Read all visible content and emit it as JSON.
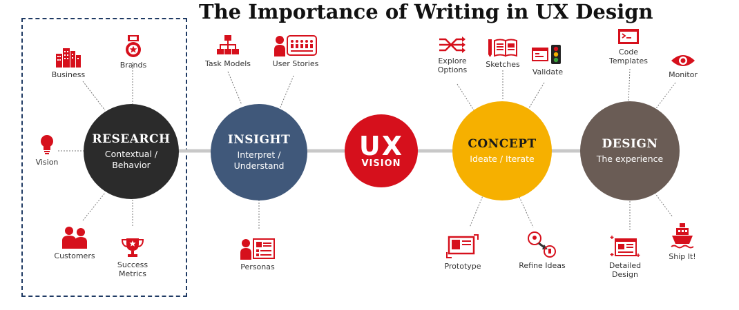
{
  "title": "The Importance of Writing in UX Design",
  "colors": {
    "red": "#d6101c",
    "research": "#2b2b2b",
    "insight": "#40587a",
    "concept": "#f6b000",
    "design": "#6a5c55",
    "connector": "#c8c8c8"
  },
  "stages": {
    "research": {
      "heading": "RESEARCH",
      "sub": "Contextual /\nBehavior"
    },
    "insight": {
      "heading": "INSIGHT",
      "sub": "Interpret /\nUnderstand"
    },
    "ux_vision": {
      "top": "UX",
      "bottom": "VISION"
    },
    "concept": {
      "heading": "CONCEPT",
      "sub": "Ideate / Iterate"
    },
    "design": {
      "heading": "DESIGN",
      "sub": "The experience"
    }
  },
  "items": {
    "business": "Business",
    "brands": "Brands",
    "vision": "Vision",
    "customers": "Customers",
    "success_metrics": "Success\nMetrics",
    "task_models": "Task Models",
    "user_stories": "User Stories",
    "personas": "Personas",
    "explore_options": "Explore\nOptions",
    "sketches": "Sketches",
    "validate": "Validate",
    "prototype": "Prototype",
    "refine_ideas": "Refine Ideas",
    "code_templates": "Code\nTemplates",
    "monitor": "Monitor",
    "detailed_design": "Detailed\nDesign",
    "ship_it": "Ship It!"
  },
  "icons": {
    "business": "buildings-icon",
    "brands": "award-medal-icon",
    "vision": "lightbulb-icon",
    "customers": "people-icon",
    "success_metrics": "trophy-icon",
    "task_models": "hierarchy-icon",
    "user_stories": "user-story-board-icon",
    "personas": "persona-card-icon",
    "explore_options": "shuffle-arrows-icon",
    "sketches": "sketchbook-icon",
    "validate": "traffic-light-icon",
    "prototype": "prototype-screen-icon",
    "refine_ideas": "refine-bulbs-icon",
    "code_templates": "terminal-window-icon",
    "monitor": "eye-icon",
    "detailed_design": "detailed-layout-icon",
    "ship_it": "ship-icon"
  }
}
